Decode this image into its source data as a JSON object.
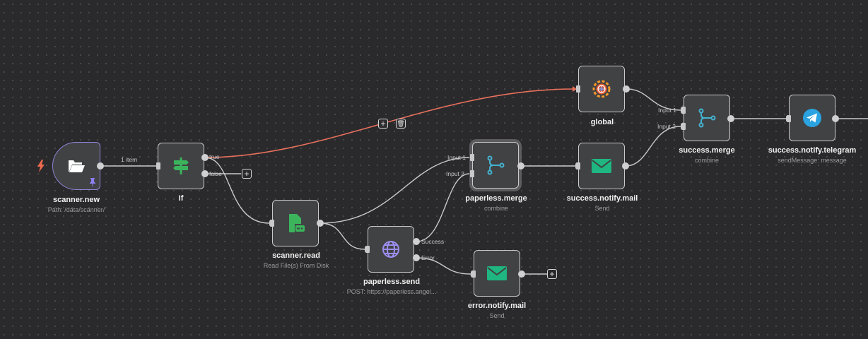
{
  "nodes": {
    "scanner_new": {
      "title": "scanner.new",
      "subtitle": "Path: /data/scanner/"
    },
    "if": {
      "title": "If"
    },
    "scanner_read": {
      "title": "scanner.read",
      "subtitle": "Read File(s) From Disk"
    },
    "paperless_send": {
      "title": "paperless.send",
      "subtitle": "POST: https://paperless.angel..."
    },
    "paperless_merge": {
      "title": "paperless.merge",
      "subtitle": "combine"
    },
    "error_notify_mail": {
      "title": "error.notify.mail",
      "subtitle": "Send"
    },
    "success_notify_mail": {
      "title": "success.notify.mail",
      "subtitle": "Send"
    },
    "global": {
      "title": "global"
    },
    "success_merge": {
      "title": "success.merge",
      "subtitle": "combine"
    },
    "success_notify_telegram": {
      "title": "success.notify.telegram",
      "subtitle": "sendMessage: message"
    }
  },
  "labels": {
    "one_item": "1 item",
    "true": "true",
    "false": "false",
    "success": "Success",
    "error": "Error",
    "input1_pm": "Input 1",
    "input2_pm": "Input 2",
    "input1_sm": "Input 1",
    "input2_sm": "Input 2"
  },
  "buttons": {
    "add": "+",
    "delete": "🗑"
  },
  "colors": {
    "active_edge": "#e8705c",
    "edge": "#c9c9cc",
    "node_bg": "#414244",
    "trigger_border": "#8e86d8",
    "green": "#3bb45c",
    "teal": "#44b3d1",
    "purple": "#9d8df0",
    "mail_green": "#1fb681",
    "telegram_blue": "#2aa3e0"
  },
  "icons": {
    "scanner_new": "folder-open-icon",
    "if": "signpost-icon",
    "scanner_read": "file-read-icon",
    "paperless_send": "globe-icon",
    "paperless_merge": "merge-icon",
    "error_notify_mail": "mail-icon",
    "success_notify_mail": "mail-icon",
    "global": "gear-globe-icon",
    "success_merge": "merge-icon",
    "success_notify_telegram": "telegram-icon"
  }
}
